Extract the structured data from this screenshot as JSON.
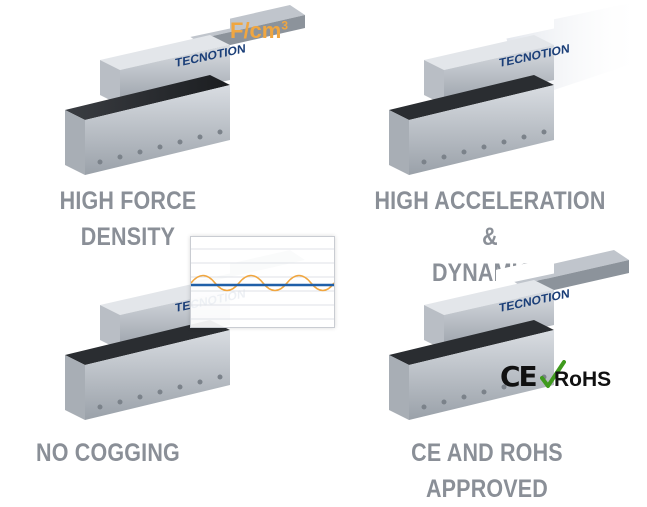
{
  "features": [
    {
      "caption_lines": [
        "HIGH FORCE DENSITY"
      ],
      "brand": "TECNOTION"
    },
    {
      "caption_lines": [
        "HIGH ACCELERATION &",
        "DYNAMICS"
      ],
      "brand": "TECNOTION"
    },
    {
      "caption_lines": [
        "NO COGGING"
      ],
      "brand": "TECNOTION"
    },
    {
      "caption_lines": [
        "CE AND ROHS APPROVED"
      ],
      "brand": "TECNOTION"
    }
  ],
  "force_density_badge": {
    "text": "F/cm",
    "superscript": "3",
    "color": "#f0a640"
  },
  "certifications": {
    "ce": "CE",
    "rohs": "RoHS",
    "check_color": "#3f9a1d"
  },
  "graph_colors": {
    "flat": "#1f5fa8",
    "wave": "#f0a640"
  },
  "brand_color": "#1a3e78",
  "caption_color": "#8a8f97"
}
